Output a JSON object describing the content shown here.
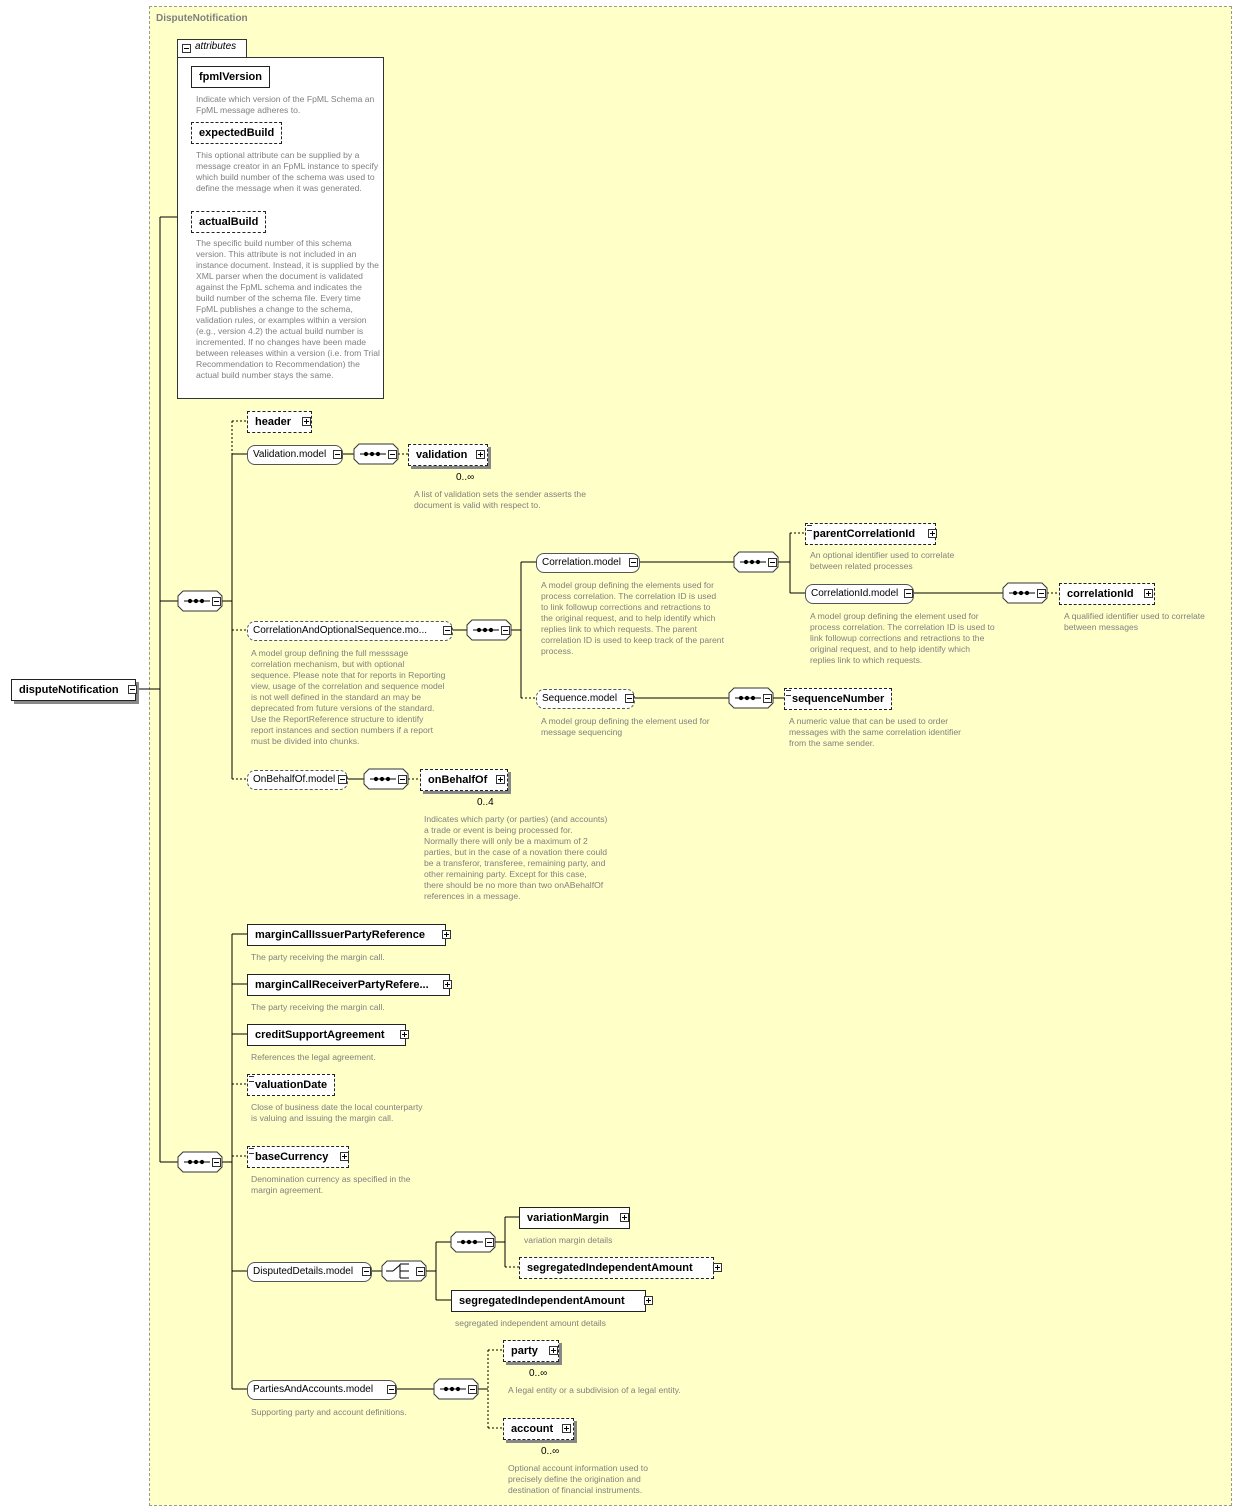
{
  "region": {
    "label": "DisputeNotification"
  },
  "root": {
    "label": "disputeNotification"
  },
  "attributes": {
    "label": "attributes",
    "items": [
      {
        "name": "fpmlVersion",
        "doc": "Indicate which version of the FpML Schema an FpML message adheres to."
      },
      {
        "name": "expectedBuild",
        "doc": "This optional attribute can be supplied by a message creator in an FpML instance to specify which build number of the schema was used to define the message when it was generated."
      },
      {
        "name": "actualBuild",
        "doc": "The specific build number of this schema version. This attribute is not included in an instance document. Instead, it is supplied by the XML parser when the document is validated against the FpML schema and indicates the build number of the schema file. Every time FpML publishes a change to the schema, validation rules, or examples within a version (e.g., version 4.2) the actual build number is incremented. If no changes have been made between releases within a version (i.e. from Trial Recommendation to Recommendation) the actual build number stays the same."
      }
    ]
  },
  "nodes": {
    "header": {
      "label": "header"
    },
    "validationModel": {
      "label": "Validation.model"
    },
    "validation": {
      "label": "validation",
      "card": "0..∞",
      "doc": "A list of validation sets the sender asserts the document is valid with respect to."
    },
    "corrSeq": {
      "label": "CorrelationAndOptionalSequence.mo...",
      "doc": "A model group defining the full messsage correlation mechanism, but with optional sequence. Please note that for reports in Reporting view, usage of the correlation and sequence model is not well defined in the standard an may be deprecated from future versions of the standard. Use the ReportReference structure to identify report instances and section numbers if a report must be divided into chunks."
    },
    "correlationModel": {
      "label": "Correlation.model",
      "doc": "A model group defining the elements used for process correlation. The correlation ID is used to link followup corrections and retractions to the original request, and to help identify which replies link to which requests. The parent correlation ID is used to keep track of the parent process."
    },
    "parentCorrelationId": {
      "label": "parentCorrelationId",
      "doc": "An optional identifier used to correlate between related processes"
    },
    "correlationIdModel": {
      "label": "CorrelationId.model",
      "doc": "A model group defining the element used for process correlation. The correlation ID is used to link followup corrections and retractions to the original request, and to help identify which replies link to which requests."
    },
    "correlationId": {
      "label": "correlationId",
      "doc": "A qualified identifier used to correlate between messages"
    },
    "sequenceModel": {
      "label": "Sequence.model",
      "doc": "A model group defining the element used for message sequencing"
    },
    "sequenceNumber": {
      "label": "sequenceNumber",
      "doc": "A numeric value that can be used to order messages with the same correlation identifier from the same sender."
    },
    "onBehalfOfModel": {
      "label": "OnBehalfOf.model"
    },
    "onBehalfOf": {
      "label": "onBehalfOf",
      "card": "0..4",
      "doc": "Indicates which party (or parties) (and accounts) a trade or event is being processed for. Normally there will only be a maximum of 2 parties, but in the case of a novation there could be a transferor, transferee, remaining party, and other remaining party. Except for this case, there should be no more than two onABehalfOf references in a message."
    },
    "issuer": {
      "label": "marginCallIssuerPartyReference",
      "doc": "The party receiving the margin call."
    },
    "receiver": {
      "label": "marginCallReceiverPartyRefere...",
      "doc": "The party receiving the margin call."
    },
    "csa": {
      "label": "creditSupportAgreement",
      "doc": "References the legal agreement."
    },
    "valuationDate": {
      "label": "valuationDate",
      "doc": "Close of business date the local counterparty is valuing and issuing the margin call."
    },
    "baseCurrency": {
      "label": "baseCurrency",
      "doc": "Denomination currency as specified in the margin agreement."
    },
    "disputedModel": {
      "label": "DisputedDetails.model"
    },
    "variationMargin": {
      "label": "variationMargin",
      "doc": "variation margin details"
    },
    "segInd1": {
      "label": "segregatedIndependentAmount"
    },
    "segInd2": {
      "label": "segregatedIndependentAmount",
      "doc": "segregated independent amount details"
    },
    "partiesModel": {
      "label": "PartiesAndAccounts.model",
      "doc": "Supporting party and account definitions."
    },
    "party": {
      "label": "party",
      "card": "0..∞",
      "doc": "A legal entity or a subdivision of a legal entity."
    },
    "account": {
      "label": "account",
      "card": "0..∞",
      "doc": "Optional account information used to precisely define the origination and destination of financial instruments."
    }
  }
}
